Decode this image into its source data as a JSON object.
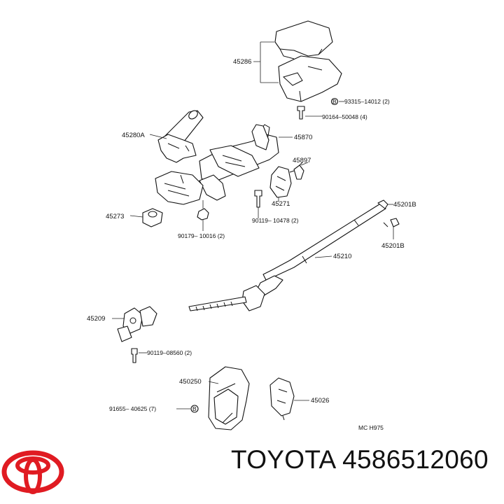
{
  "labels": {
    "p45286": "45286",
    "p93315": "93315–14012 (2)",
    "p90164": "90164–50048 (4)",
    "p45280A": "45280A",
    "p45870": "45870",
    "p45897": "45897",
    "p45271": "45271",
    "p90119a": "90119– 10478 (2)",
    "p45273": "45273",
    "p90179": "90179– 10016 (2)",
    "p45201Ba": "45201B",
    "p45201Bb": "45201B",
    "p45210": "45210",
    "p45209": "45209",
    "p90119b": "90119–08560 (2)",
    "p450250": "450250",
    "p45026": "45026",
    "p91655": "91655– 40625 (7)",
    "code": "MC  H975",
    "circleB": "B"
  },
  "footer": {
    "brand": "TOYOTA",
    "part_number": "4586512060"
  },
  "colors": {
    "logo": "#e01b22",
    "ink": "#111111"
  }
}
